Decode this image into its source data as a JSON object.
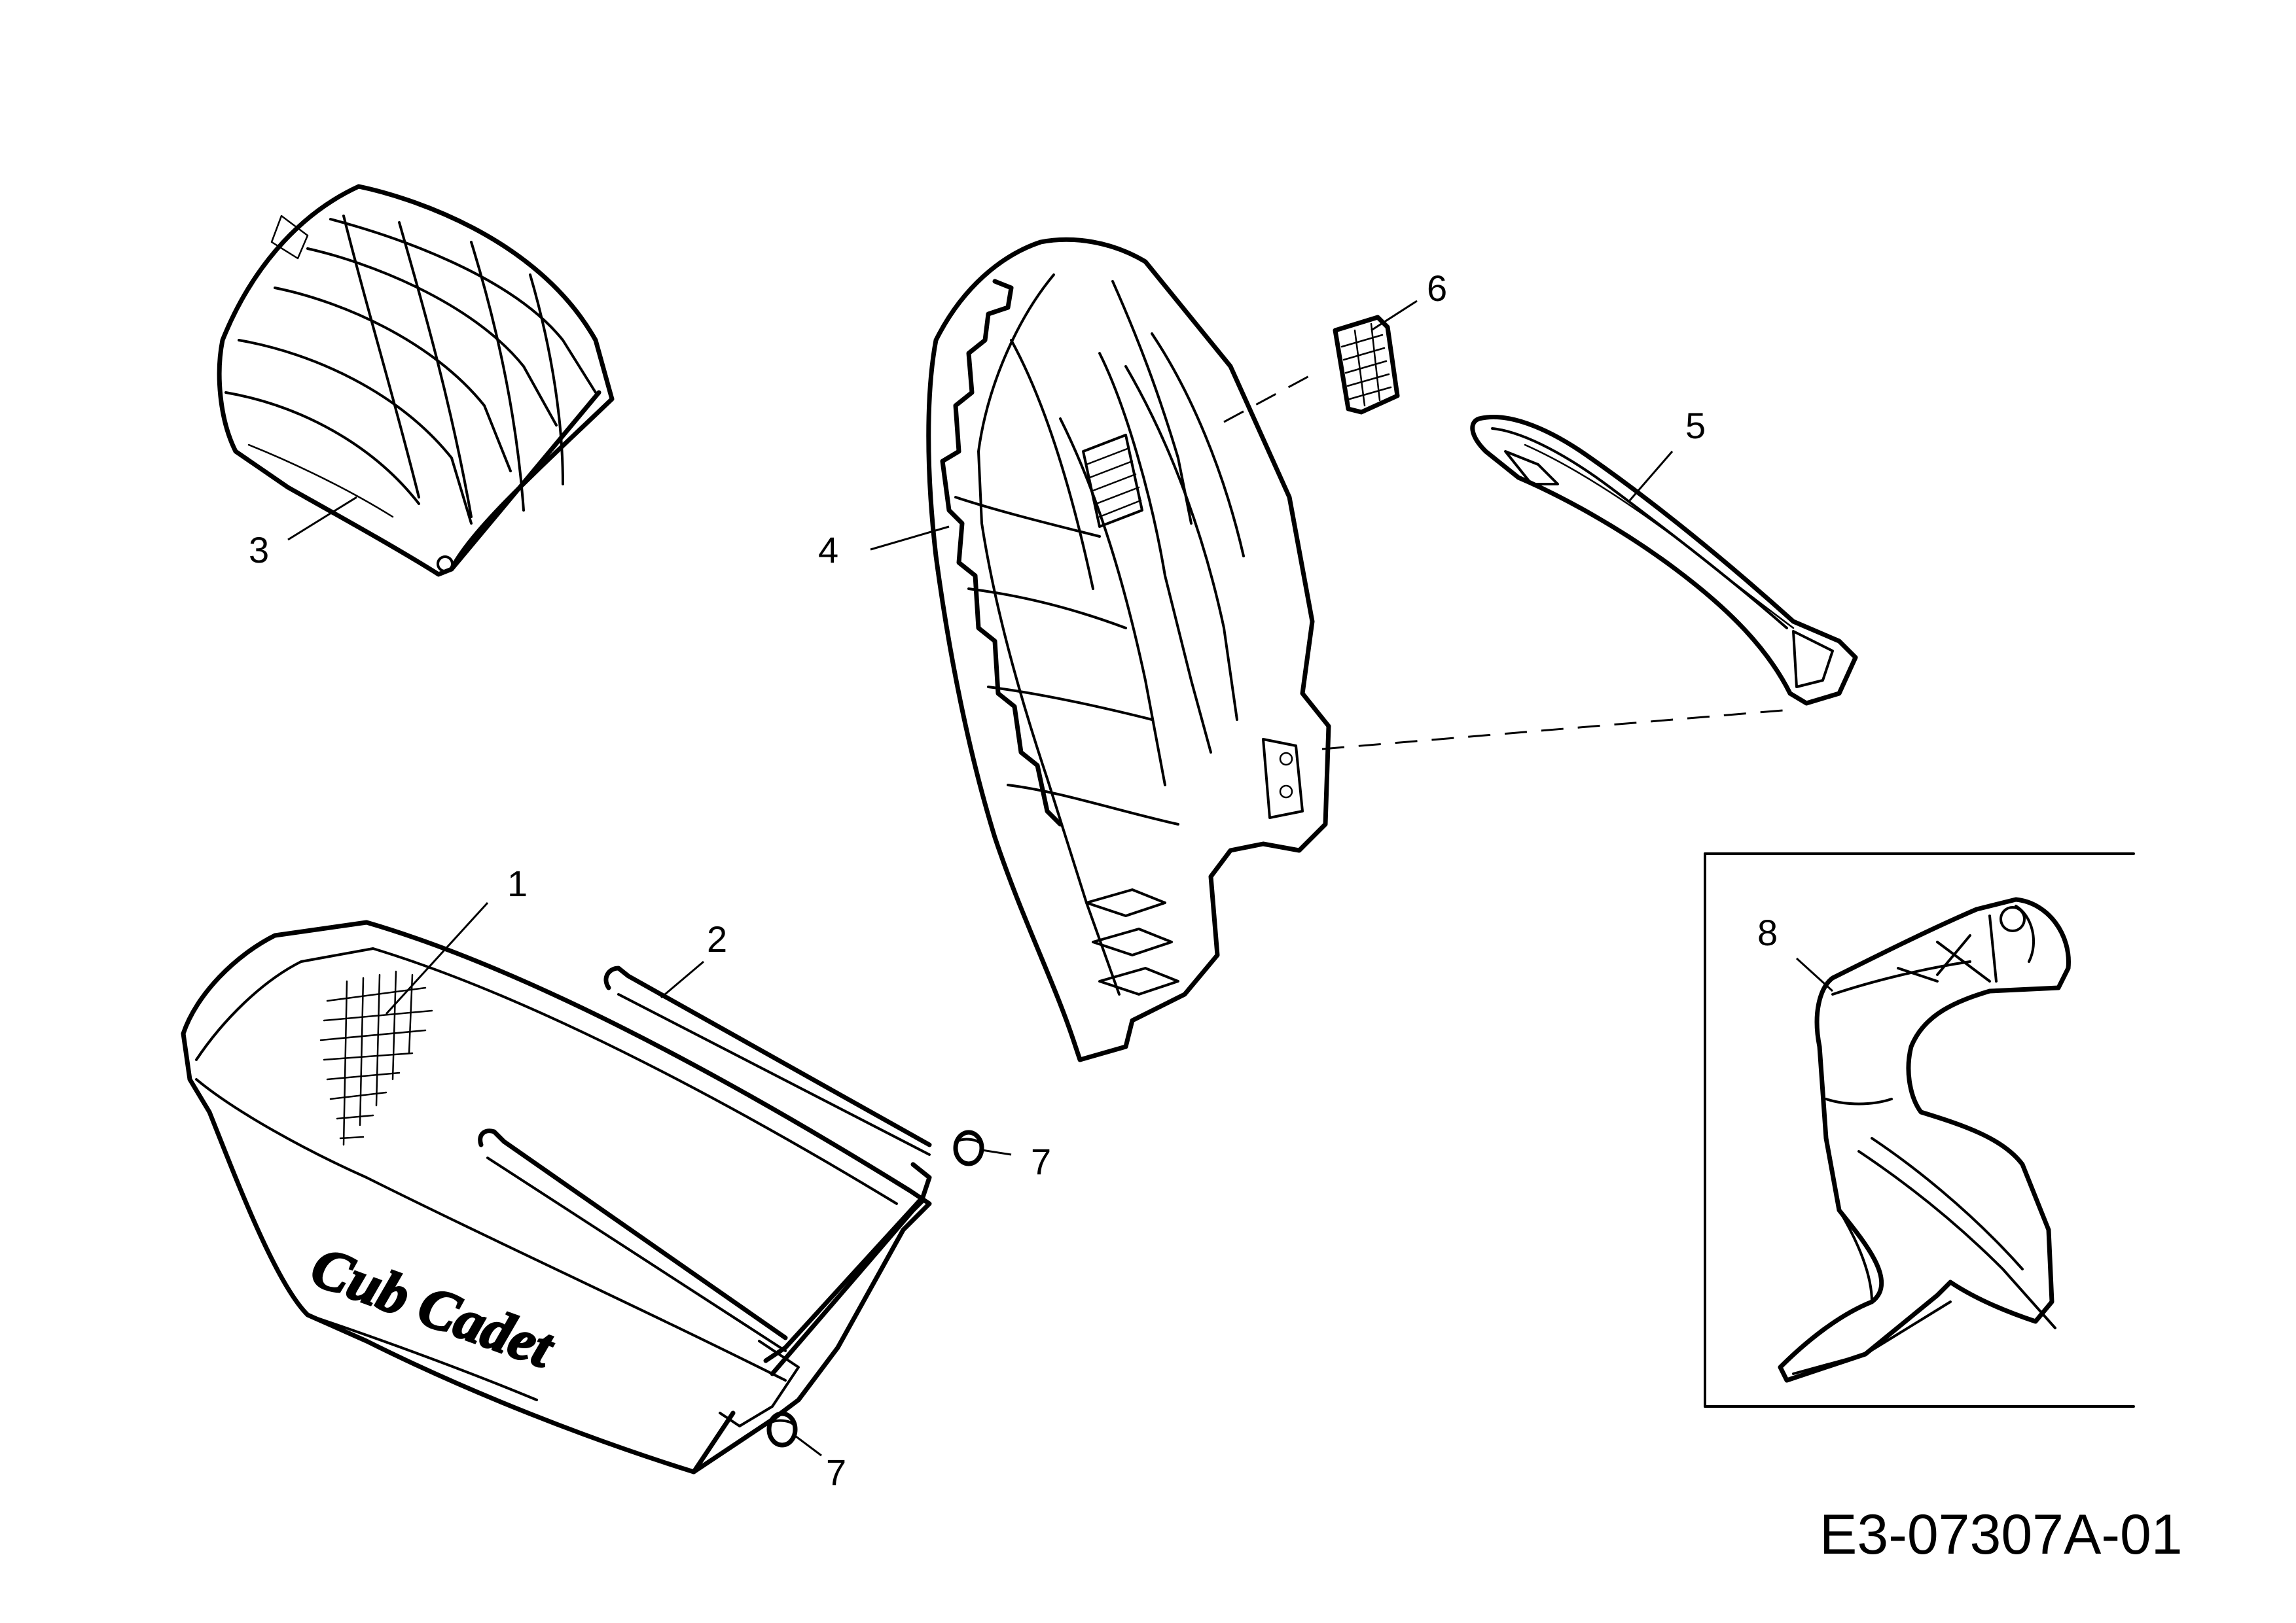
{
  "callouts": [
    "1",
    "2",
    "3",
    "4",
    "5",
    "6",
    "7",
    "7",
    "8"
  ],
  "drawing_code": "E3-07307A-01",
  "logo_text": "Cub Cadet"
}
